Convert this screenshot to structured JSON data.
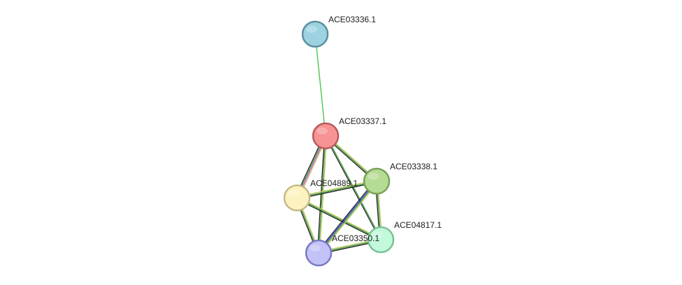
{
  "network": {
    "nodes": [
      {
        "id": "ACE03336",
        "label": "ACE03336.1",
        "fill": "#9dd3e0",
        "stroke": "#5a8fa0"
      },
      {
        "id": "ACE03337",
        "label": "ACE03337.1",
        "fill": "#f79393",
        "stroke": "#b85b5b"
      },
      {
        "id": "ACE03338",
        "label": "ACE03338.1",
        "fill": "#b5db94",
        "stroke": "#79a15a"
      },
      {
        "id": "ACE04889",
        "label": "ACE04889.1",
        "fill": "#fdf3c0",
        "stroke": "#c6b987"
      },
      {
        "id": "ACE04817",
        "label": "ACE04817.1",
        "fill": "#c2f9da",
        "stroke": "#79c197"
      },
      {
        "id": "ACE03350",
        "label": "ACE03350.1",
        "fill": "#c2c2f9",
        "stroke": "#7a7ac2"
      }
    ],
    "edges": [
      {
        "source": "ACE03336",
        "target": "ACE03337",
        "colors": [
          "#3cc43c"
        ]
      },
      {
        "source": "ACE03337",
        "target": "ACE04889",
        "colors": [
          "#c8c866",
          "#d44dd4",
          "#3c9e3c",
          "#222222"
        ]
      },
      {
        "source": "ACE03337",
        "target": "ACE03338",
        "colors": [
          "#c8c866",
          "#3c9e3c",
          "#222222"
        ]
      },
      {
        "source": "ACE03337",
        "target": "ACE03350",
        "colors": [
          "#c8c866",
          "#3c9e3c",
          "#222222"
        ]
      },
      {
        "source": "ACE03337",
        "target": "ACE04817",
        "colors": [
          "#3c9e3c",
          "#222222"
        ]
      },
      {
        "source": "ACE04889",
        "target": "ACE03338",
        "colors": [
          "#c8c866",
          "#3c9e3c",
          "#222222"
        ]
      },
      {
        "source": "ACE04889",
        "target": "ACE03350",
        "colors": [
          "#c8c866",
          "#3c9e3c",
          "#222222"
        ]
      },
      {
        "source": "ACE04889",
        "target": "ACE04817",
        "colors": [
          "#c8c866",
          "#3c9e3c",
          "#222222"
        ]
      },
      {
        "source": "ACE03338",
        "target": "ACE03350",
        "colors": [
          "#c8c866",
          "#3c9e3c",
          "#3333cc",
          "#222222"
        ]
      },
      {
        "source": "ACE03338",
        "target": "ACE04817",
        "colors": [
          "#c8c866",
          "#3c9e3c",
          "#222222"
        ]
      },
      {
        "source": "ACE03350",
        "target": "ACE04817",
        "colors": [
          "#c8c866",
          "#3c9e3c",
          "#222222"
        ]
      }
    ]
  }
}
